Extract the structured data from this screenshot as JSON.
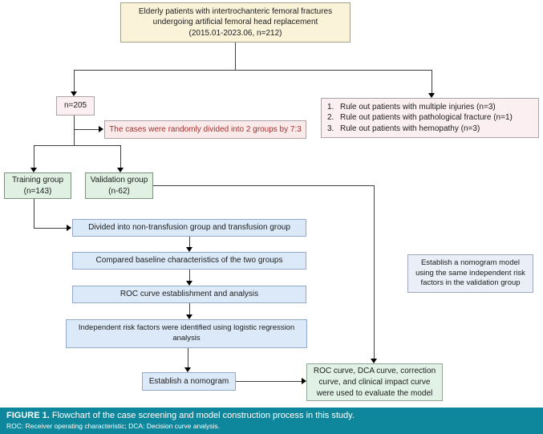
{
  "colors": {
    "cream_fill": "#FAF3DA",
    "pink_fill": "#FCEFF2",
    "pink_red_fill": "#FBEAEA",
    "red_text": "#A3322E",
    "green_fill": "#E0F0E2",
    "blue_fill": "#DCE9F8",
    "grayblue_fill": "#E9EEF7",
    "eval_green_fill": "#E2F1E6",
    "caption_bar": "#0E879C",
    "connector": "#3F3F3F"
  },
  "nodes": {
    "top": {
      "lines": [
        "Elderly patients with intertrochanteric femoral fractures",
        "undergoing artificial femoral head replacement",
        "(2015.01-2023.06, n=212)"
      ]
    },
    "n205": {
      "label": "n=205"
    },
    "exclusions": {
      "items": [
        {
          "num": "1.",
          "text": "Rule out patients with multiple injuries (n=3)"
        },
        {
          "num": "2.",
          "text": "Rule out patients with pathological fracture (n=1)"
        },
        {
          "num": "3.",
          "text": "Rule out patients with hemopathy (n=3)"
        }
      ]
    },
    "random_split": {
      "label": "The cases were randomly divided into 2 groups by 7:3"
    },
    "training": {
      "lines": [
        "Training group",
        "(n=143)"
      ]
    },
    "validation": {
      "lines": [
        "Validation group",
        "(n-62)"
      ]
    },
    "divided": {
      "label": "Divided into non-transfusion group and transfusion group"
    },
    "compared": {
      "label": "Compared baseline characteristics of the two groups"
    },
    "roc": {
      "label": "ROC curve establishment and analysis"
    },
    "independent": {
      "lines": [
        "Independent risk factors were identified using logistic regression",
        "analysis"
      ]
    },
    "establish": {
      "label": "Establish a nomogram"
    },
    "validation_model": {
      "label": "Establish a nomogram model using the same independent risk factors in the validation group"
    },
    "evaluate": {
      "label": "ROC curve, DCA curve, correction curve, and clinical impact curve were used to evaluate the model"
    }
  },
  "caption": {
    "title": "FIGURE 1.",
    "text": " Flowchart of the case screening and model construction process in this study.",
    "note": "ROC: Receiver operating characteristic; DCA: Decision curve analysis."
  }
}
